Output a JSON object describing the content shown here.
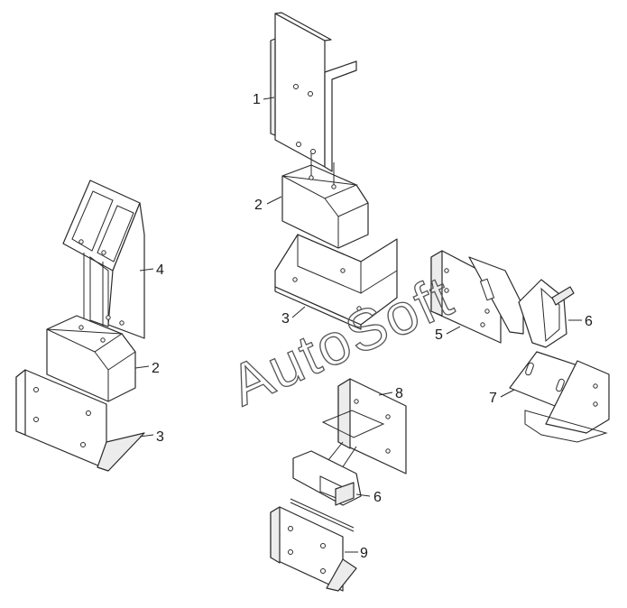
{
  "watermark": {
    "text": "AutoSoft",
    "color": "#555555"
  },
  "callouts": [
    {
      "id": "c1",
      "label": "1"
    },
    {
      "id": "c2a",
      "label": "2"
    },
    {
      "id": "c2b",
      "label": "2"
    },
    {
      "id": "c3a",
      "label": "3"
    },
    {
      "id": "c3b",
      "label": "3"
    },
    {
      "id": "c4",
      "label": "4"
    },
    {
      "id": "c5",
      "label": "5"
    },
    {
      "id": "c6a",
      "label": "6"
    },
    {
      "id": "c6b",
      "label": "6"
    },
    {
      "id": "c7",
      "label": "7"
    },
    {
      "id": "c8",
      "label": "8"
    },
    {
      "id": "c9",
      "label": "9"
    }
  ],
  "colors": {
    "line": "#2a2a2a",
    "background": "#ffffff",
    "shade": "#ececec"
  }
}
